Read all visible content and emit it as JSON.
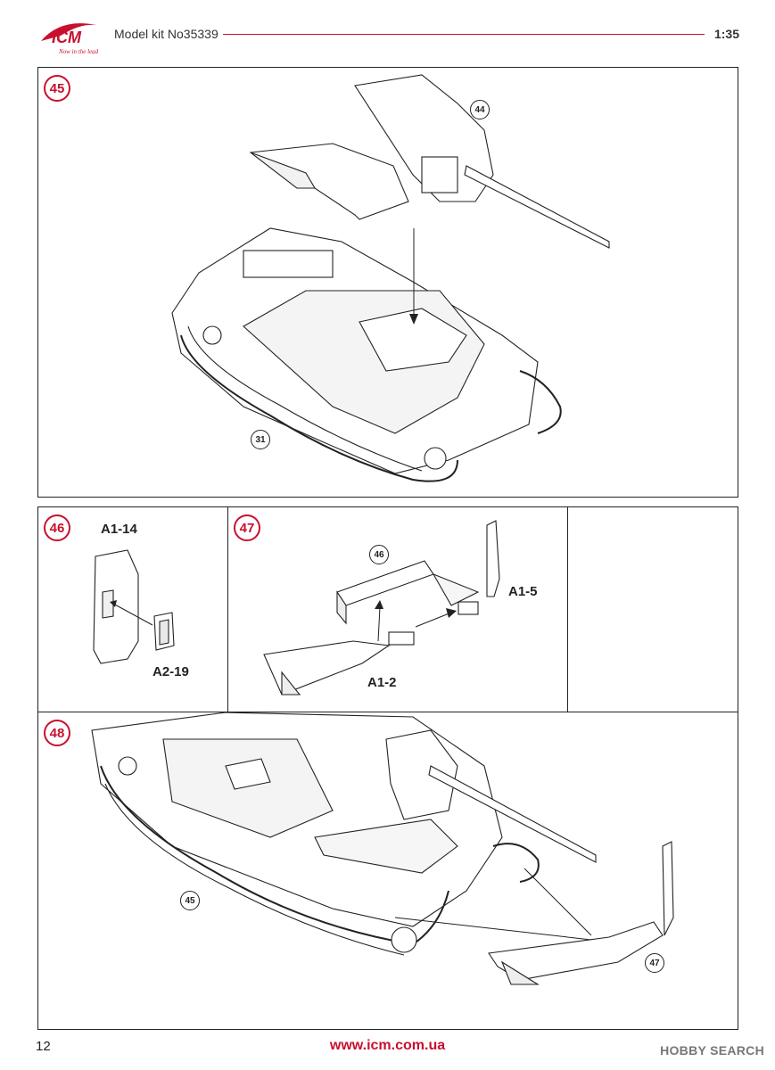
{
  "header": {
    "brand": "ICM",
    "tagline": "Now in the lead",
    "kit_title": "Model kit No35339",
    "scale": "1:35"
  },
  "steps": {
    "s45": {
      "number": "45",
      "refs": {
        "top": "44",
        "bottom": "31"
      }
    },
    "s46": {
      "number": "46",
      "parts": {
        "panel": "A1-14",
        "handle": "A2-19"
      }
    },
    "s47": {
      "number": "47",
      "refs": {
        "sub": "46"
      },
      "parts": {
        "right": "A1-5",
        "bottom": "A1-2"
      }
    },
    "s48": {
      "number": "48",
      "refs": {
        "vehicle": "45",
        "shield": "47"
      }
    }
  },
  "footer": {
    "page_number": "12",
    "url": "www.icm.com.ua",
    "watermark": "HOBBY SEARCH"
  },
  "colors": {
    "accent": "#c8102e",
    "line": "#222222"
  }
}
